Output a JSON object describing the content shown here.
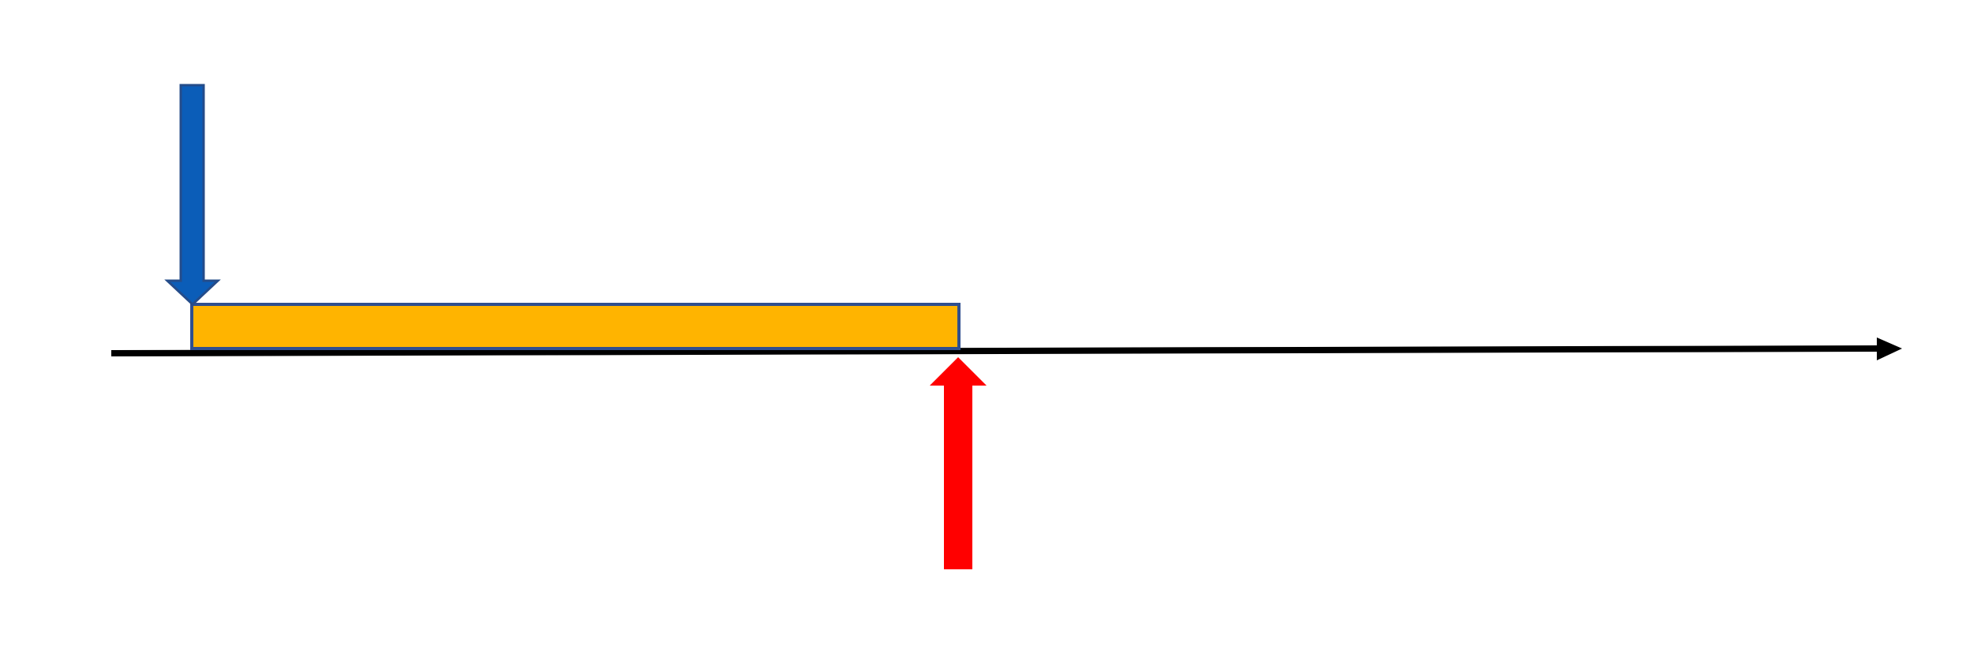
{
  "diagram": {
    "type": "timeline",
    "elements": {
      "timeline_axis": {
        "color": "#000000",
        "direction": "right"
      },
      "interval_bar": {
        "fill": "#FFB400",
        "stroke": "#2F4F8F"
      },
      "start_arrow": {
        "fill": "#0B5DB8",
        "stroke": "#244C8A",
        "direction": "down",
        "points_to": "interval-start"
      },
      "end_arrow": {
        "fill": "#FF0000",
        "direction": "up",
        "points_to": "interval-end"
      }
    }
  }
}
